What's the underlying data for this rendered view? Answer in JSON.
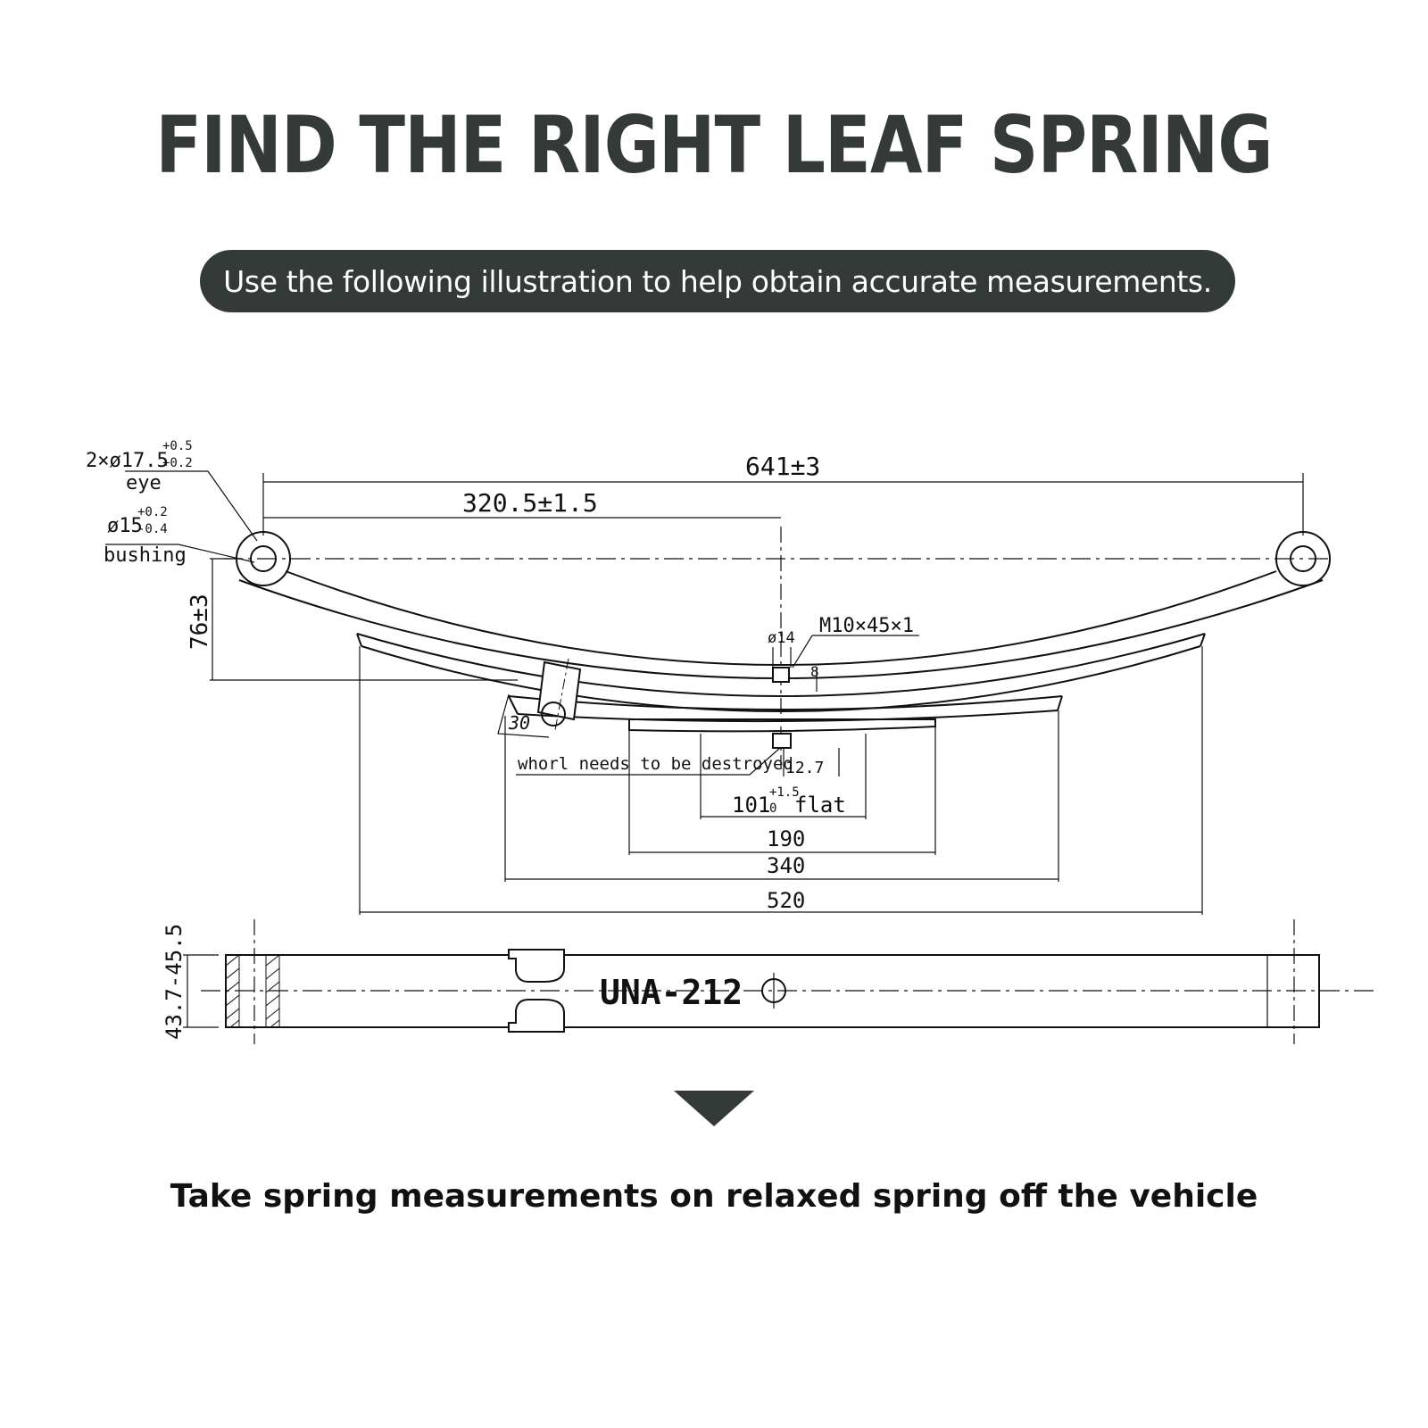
{
  "title": "FIND THE RIGHT LEAF SPRING",
  "subtitle": "Use the following illustration to help obtain accurate measurements.",
  "footer": "Take spring measurements on relaxed spring off the vehicle",
  "drawing": {
    "eye_label": "2×ø17.5",
    "eye_tol_upper": "+0.5",
    "eye_tol_lower": "+0.2",
    "eye_word": "eye",
    "bushing_label": "ø15",
    "bushing_tol_upper": "+0.2",
    "bushing_tol_lower": "-0.4",
    "bushing_word": "bushing",
    "overall_length": "641±3",
    "half_length": "320.5±1.5",
    "arch_height": "76±3",
    "bolt_dia": "ø14",
    "bolt_spec": "M10×45×1",
    "bolt_small": "8",
    "angle": "30",
    "note": "whorl needs to be destroyed",
    "nut_dim": "12.7",
    "flat_value": "101",
    "flat_tol_upper": "+1.5",
    "flat_tol_lower": "0",
    "flat_word": "flat",
    "dim_190": "190",
    "dim_340": "340",
    "dim_520": "520",
    "width_range": "43.7-45.5",
    "part_number": "UNA-212"
  },
  "colors": {
    "banner": "#343a37",
    "line": "#111111"
  }
}
